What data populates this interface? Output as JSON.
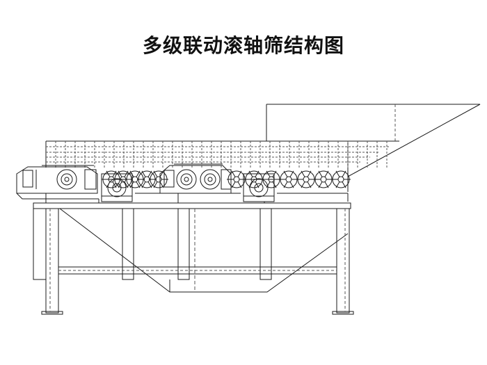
{
  "title": "多级联动滚轴筛结构图",
  "colors": {
    "line": "#1a1a1a",
    "hidden": "#555555",
    "background": "#ffffff"
  },
  "drawing": {
    "roller_count_group_1": 5,
    "roller_count_group_2": 7,
    "drive_units": 2
  }
}
